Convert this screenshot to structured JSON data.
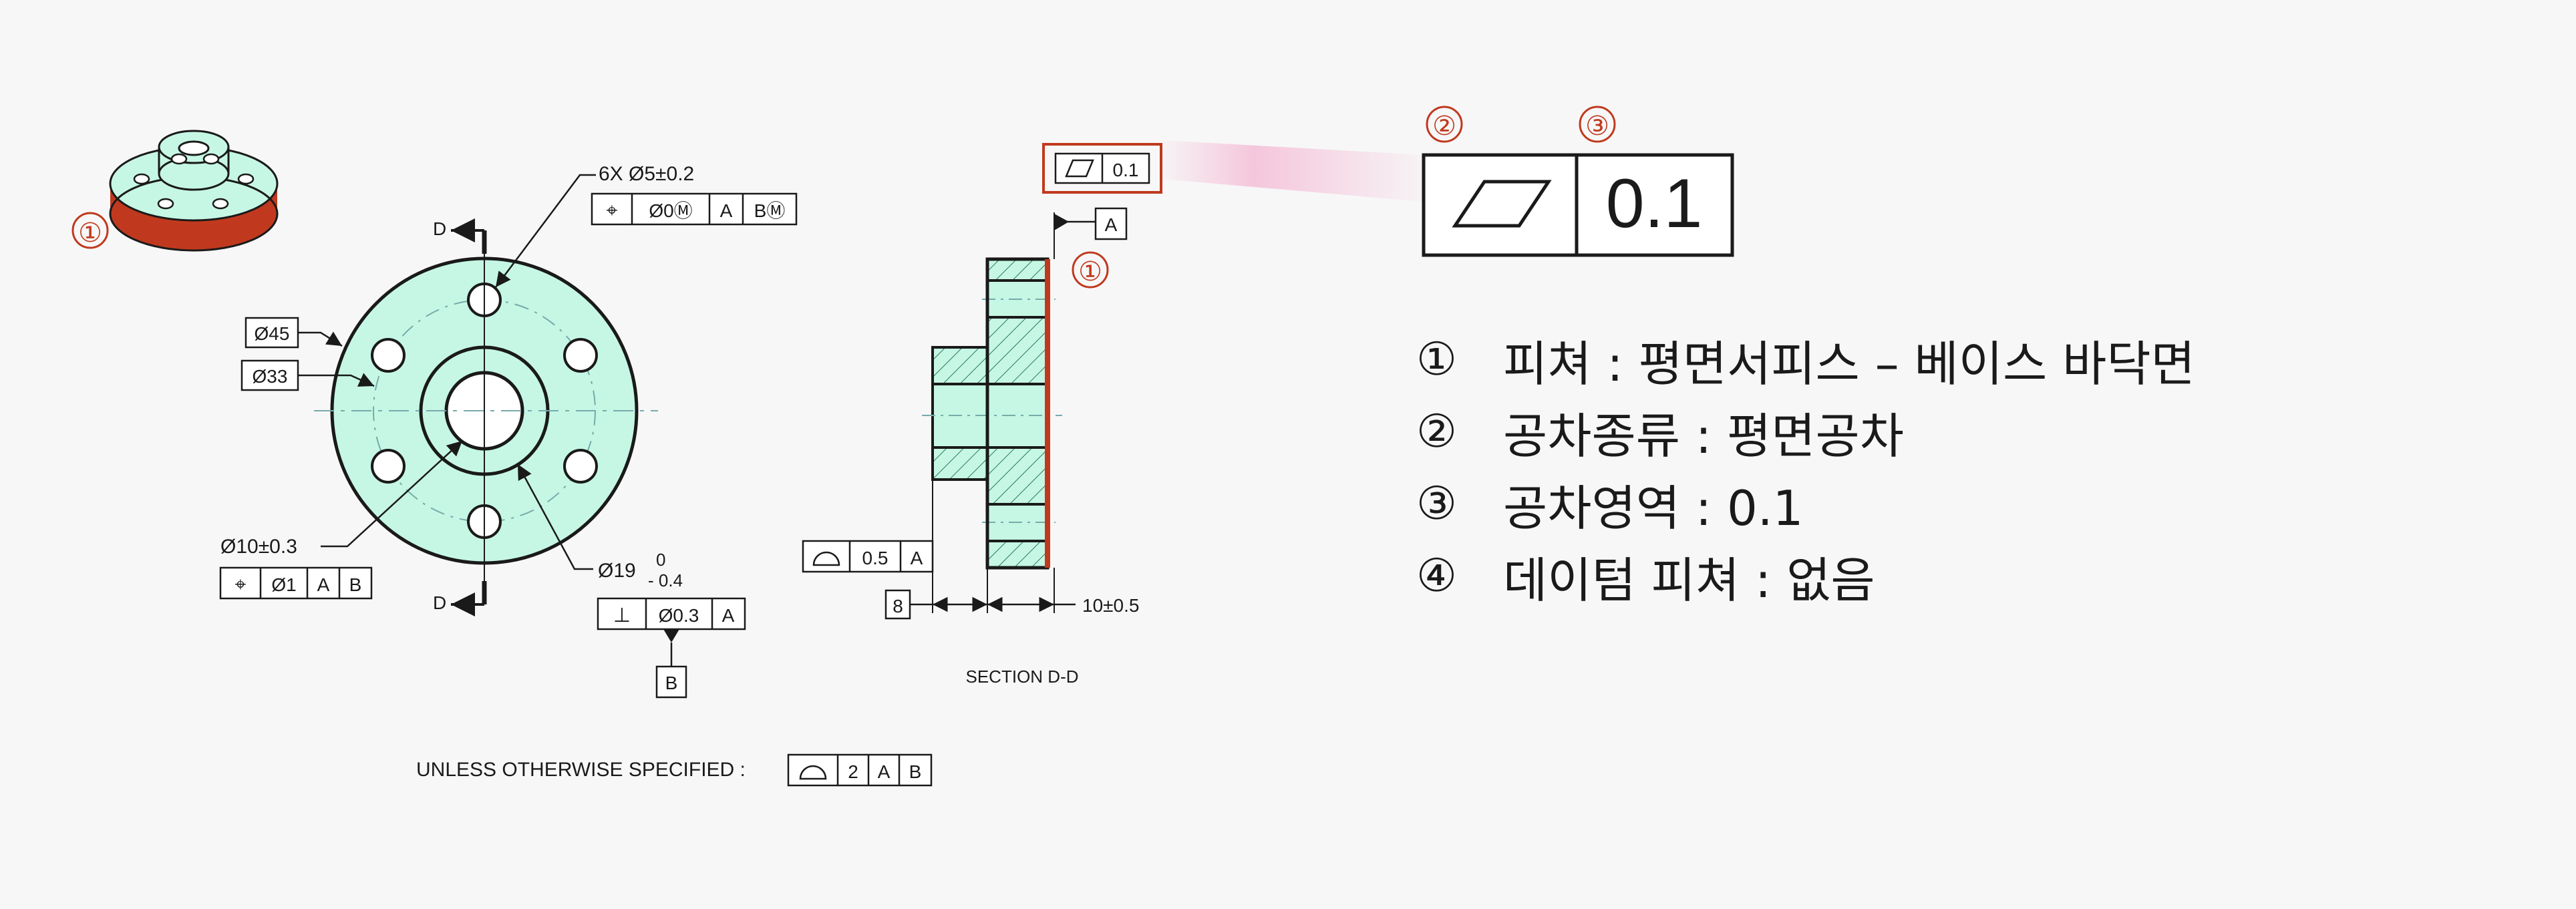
{
  "iso_label": "①",
  "front_view": {
    "section_label_top": "D",
    "section_label_bottom": "D",
    "holes_callout": "6X Ø5±0.2",
    "holes_fcf": {
      "symbol": "⌖",
      "tol": "Ø0Ⓜ",
      "datum1": "A",
      "datum2": "BⓂ"
    },
    "dia_45": "Ø45",
    "dia_33": "Ø33",
    "bore_callout": "Ø10±0.3",
    "bore_fcf": {
      "symbol": "⌖",
      "tol": "Ø1",
      "datum1": "A",
      "datum2": "B"
    },
    "dia_19": "Ø19",
    "dia_19_tol_upper": "0",
    "dia_19_tol_lower": "- 0.4",
    "perp_fcf": {
      "symbol": "⊥",
      "tol": "Ø0.3",
      "datum": "A"
    },
    "datum_b": "B"
  },
  "section_view": {
    "flatness_fcf": {
      "tol": "0.1"
    },
    "datum_a": "A",
    "feature_marker": "①",
    "profile_fcf": {
      "tol": "0.5",
      "datum": "A"
    },
    "dim_left": "8",
    "dim_right": "10±0.5",
    "title": "SECTION D-D"
  },
  "note": {
    "text": "UNLESS OTHERWISE SPECIFIED :",
    "fcf": {
      "tol": "2",
      "datum1": "A",
      "datum2": "B"
    }
  },
  "callout": {
    "marker_2": "②",
    "marker_3": "③",
    "tol": "0.1"
  },
  "legend": [
    {
      "num": "①",
      "text": "피쳐 : 평면서피스 – 베이스 바닥면"
    },
    {
      "num": "②",
      "text": "공차종류 : 평면공차"
    },
    {
      "num": "③",
      "text": "공차영역 : 0.1"
    },
    {
      "num": "④",
      "text": "데이텀 피쳐 : 없음"
    }
  ],
  "colors": {
    "part_fill": "#c6f7e4",
    "accent_red": "#c0391e",
    "line": "#1a1a1a",
    "highlight": "#f3a6c9"
  }
}
